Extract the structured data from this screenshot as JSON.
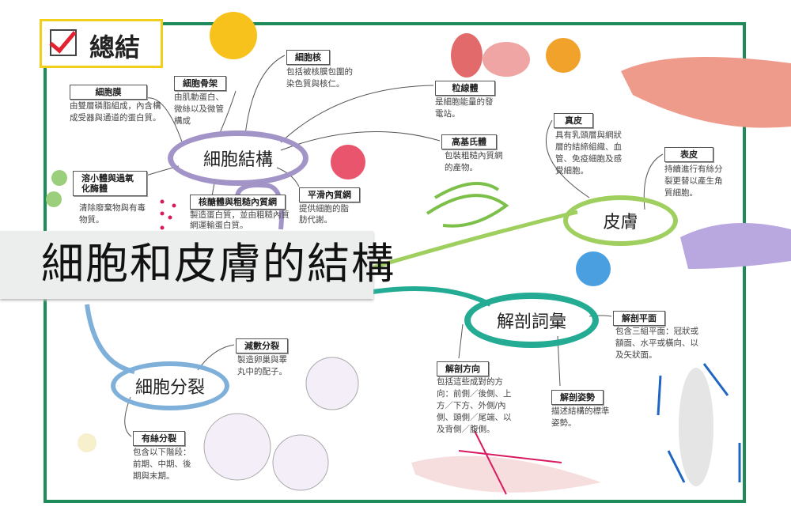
{
  "summary_label": "總結",
  "title": "細胞和皮膚的結構",
  "hubs": {
    "cell_structure": "細胞結構",
    "skin": "皮膚",
    "anatomy_terms": "解剖詞彙",
    "cell_division": "細胞分裂"
  },
  "nodes": [
    {
      "label": "細胞膜",
      "desc": "由雙層磷脂組成，內含構成受器與通道的蛋白質。"
    },
    {
      "label": "細胞骨架",
      "desc": "由肌動蛋白、微絲以及微管構成"
    },
    {
      "label": "細胞核",
      "desc": "包括被核膜包圍的染色質與核仁。"
    },
    {
      "label": "粒線體",
      "desc": "是細胞能量的發電站。"
    },
    {
      "label": "高基氏體",
      "desc": "包裝粗糙內質網的產物。"
    },
    {
      "label": "真皮",
      "desc": "具有乳頭層與網狀層的結締組織、血管、免疫細胞及感覺細胞。"
    },
    {
      "label": "表皮",
      "desc": "持續進行有絲分裂更替以產生角質細胞。"
    },
    {
      "label": "溶小體與過氧化酶體",
      "desc": "清除廢棄物與有毒物質。"
    },
    {
      "label": "核醣體與粗糙內質網",
      "desc": "製造蛋白質，並由粗糙內質網運輸蛋白質。"
    },
    {
      "label": "平滑內質網",
      "desc": "提供細胞的脂肪代謝。"
    },
    {
      "label": "解剖平面",
      "desc": "包含三組平面：冠狀或額面、水平或橫向、以及矢狀面。"
    },
    {
      "label": "解剖方向",
      "desc": "包括這些成對的方向：前側／後側、上方／下方、外側/內側、頭側／尾端、以及背側／腹側。"
    },
    {
      "label": "解剖姿勢",
      "desc": "描述結構的標準姿勢。"
    },
    {
      "label": "減數分裂",
      "desc": "製造卵巢與睪丸中的配子。"
    },
    {
      "label": "有絲分裂",
      "desc": "包含以下階段：前期、中期、後期與末期。"
    }
  ],
  "colors": {
    "frame": "#1f8a5a",
    "cell_structure": "#a394c8",
    "skin": "#9fcf5e",
    "anatomy": "#24ab93",
    "division": "#7fb0da",
    "summary_border": "#f2cf1a",
    "check": "#e0232e"
  }
}
